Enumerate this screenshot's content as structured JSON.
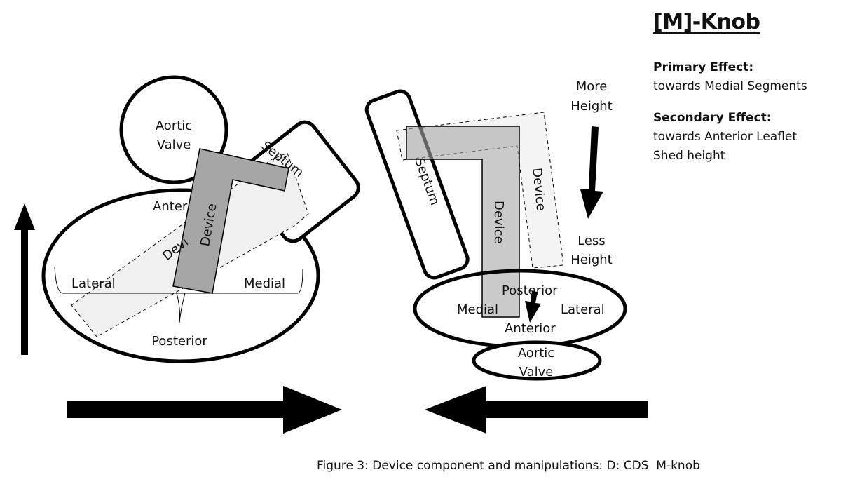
{
  "panel": {
    "title": "[M]-Knob",
    "primary_heading": "Primary Effect:",
    "primary_text": "towards Medial Segments",
    "secondary_heading": "Secondary Effect:",
    "secondary_lines": [
      "towards Anterior Leaflet",
      "Shed height"
    ]
  },
  "left_view": {
    "aortic_valve_lines": [
      "Aortic",
      "Valve"
    ],
    "septum": "Septum",
    "device_main": "Device",
    "device_ghost": "Devi",
    "anterior": "Anter",
    "lateral": "Lateral",
    "medial": "Medial",
    "posterior": "Posterior"
  },
  "right_view": {
    "septum": "Septum",
    "device_main": "Device",
    "device_ghost": "Device",
    "more_height_lines": [
      "More",
      "Height"
    ],
    "less_height_lines": [
      "Less",
      "Height"
    ],
    "posterior": "Posterior",
    "medial": "Medial",
    "lateral": "Lateral",
    "anterior": "Anterior",
    "aortic_valve_lines": [
      "Aortic",
      "Valve"
    ]
  },
  "caption": "Figure 3: Device component and manipulations: D: CDS  M-knob",
  "colors": {
    "device_fill": "#a6a6a6",
    "device_fill_light": "#c8c8c8",
    "ghost_fill": "#f0f0f0",
    "stroke": "#000000"
  }
}
